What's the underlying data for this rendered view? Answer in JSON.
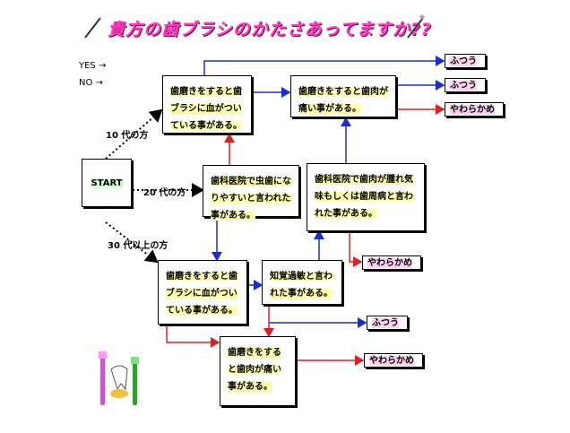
{
  "title": "貴方の歯ブラシのかたさあってますか??",
  "legend": {
    "yes": "YES  →",
    "no": "NO  →"
  },
  "start": "START",
  "ages": {
    "teens": "10 代の方",
    "twenties": "20 代の方",
    "thirties": "30 代以上の方"
  },
  "boxes": {
    "q10_blood": "歯磨きをすると歯ブラシに血がついている事がある。",
    "q_gum_pain_top": "歯磨きをすると歯肉が痛い事がある。",
    "q20_cavity": "歯科医院で虫歯になりやすいと言われた事がある。",
    "q_gum_disease": "歯科医院で歯肉が腫れ気味もしくは歯周病と言われた事がある。",
    "q30_blood": "歯磨きをすると歯ブラシに血がついている事がある。",
    "q_sensitive": "知覚過敏と言われた事がある。",
    "q_gum_pain_bottom": "歯磨きをすると歯肉が痛い事がある。"
  },
  "results": {
    "normal": "ふつう",
    "soft": "やわらかめ"
  },
  "colors": {
    "yes": "#1a2bd6",
    "no": "#e02020",
    "title": "#ff3fc2"
  }
}
